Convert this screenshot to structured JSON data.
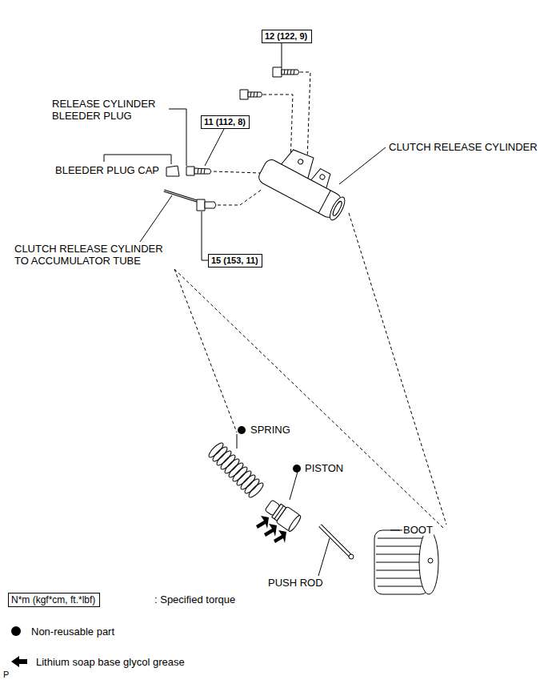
{
  "diagram": {
    "nodes": [
      {
        "text": [
          "12 (122, 9)"
        ]
      },
      {
        "text": [
          "11 (112, 8)"
        ]
      },
      {
        "text": [
          "15 (153, 11)"
        ]
      },
      {
        "text": [
          "N*m (kgf*cm, ft.*lbf)"
        ]
      }
    ],
    "labels": [
      "RELEASE CYLINDER BLEEDER PLUG",
      "BLEEDER PLUG CAP",
      "CLUTCH RELEASE CYLINDER",
      "CLUTCH RELEASE CYLINDER TO ACCUMULATOR TUBE",
      "SPRING",
      "PISTON",
      "BOOT",
      "PUSH ROD",
      "P"
    ],
    "legend": [
      {
        "text": ": Specified torque"
      },
      {
        "text": "Non-reusable part"
      },
      {
        "text": "Lithium soap base glycol grease"
      }
    ]
  }
}
